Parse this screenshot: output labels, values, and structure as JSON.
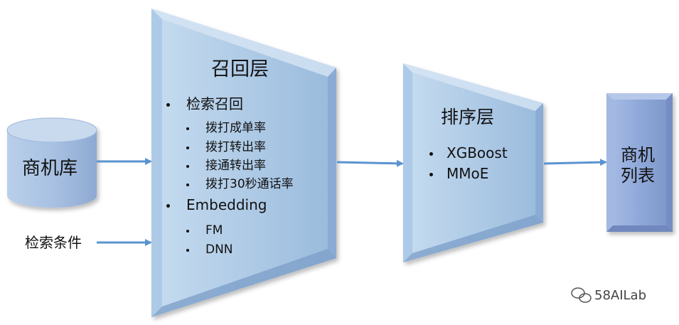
{
  "db": {
    "label": "商机库"
  },
  "query": {
    "label": "检索条件"
  },
  "recall": {
    "title": "召回层",
    "groups": [
      {
        "label": "检索召回",
        "items": [
          "拨打成单率",
          "拨打转出率",
          "接通转出率",
          "拨打30秒通话率"
        ]
      },
      {
        "label": "Embedding",
        "items": [
          "FM",
          "DNN"
        ]
      }
    ]
  },
  "rank": {
    "title": "排序层",
    "items": [
      "XGBoost",
      "MMoE"
    ]
  },
  "output": {
    "line1": "商机",
    "line2": "列表"
  },
  "watermark": {
    "text": "58AILab"
  },
  "colors": {
    "fill_light": "#c3d9ee",
    "fill_dark": "#92b3d8",
    "arrow": "#5b93cf",
    "output_fill": "#8fa8d9"
  }
}
